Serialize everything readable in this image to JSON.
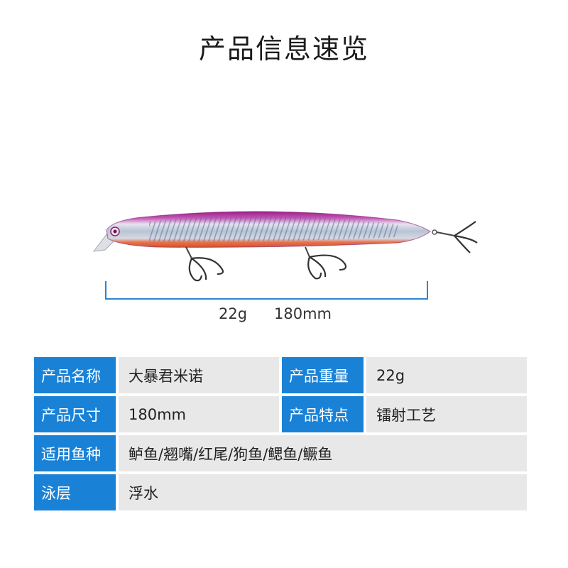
{
  "title": "产品信息速览",
  "dimensions": {
    "weight": "22g",
    "length": "180mm"
  },
  "spec_table": {
    "rows": [
      {
        "label1": "产品名称",
        "value1": "大暴君米诺",
        "label2": "产品重量",
        "value2": "22g"
      },
      {
        "label1": "产品尺寸",
        "value1": "180mm",
        "label2": "产品特点",
        "value2": "镭射工艺"
      },
      {
        "label1": "适用鱼种",
        "value1": "鲈鱼/翘嘴/红尾/狗鱼/鳃鱼/鳜鱼"
      },
      {
        "label1": "泳层",
        "value1": "浮水"
      }
    ]
  },
  "colors": {
    "label_bg": "#1a82d6",
    "value_bg": "#e8e8e8",
    "lure_top": "#b0309a",
    "lure_belly": "#e8603a"
  }
}
